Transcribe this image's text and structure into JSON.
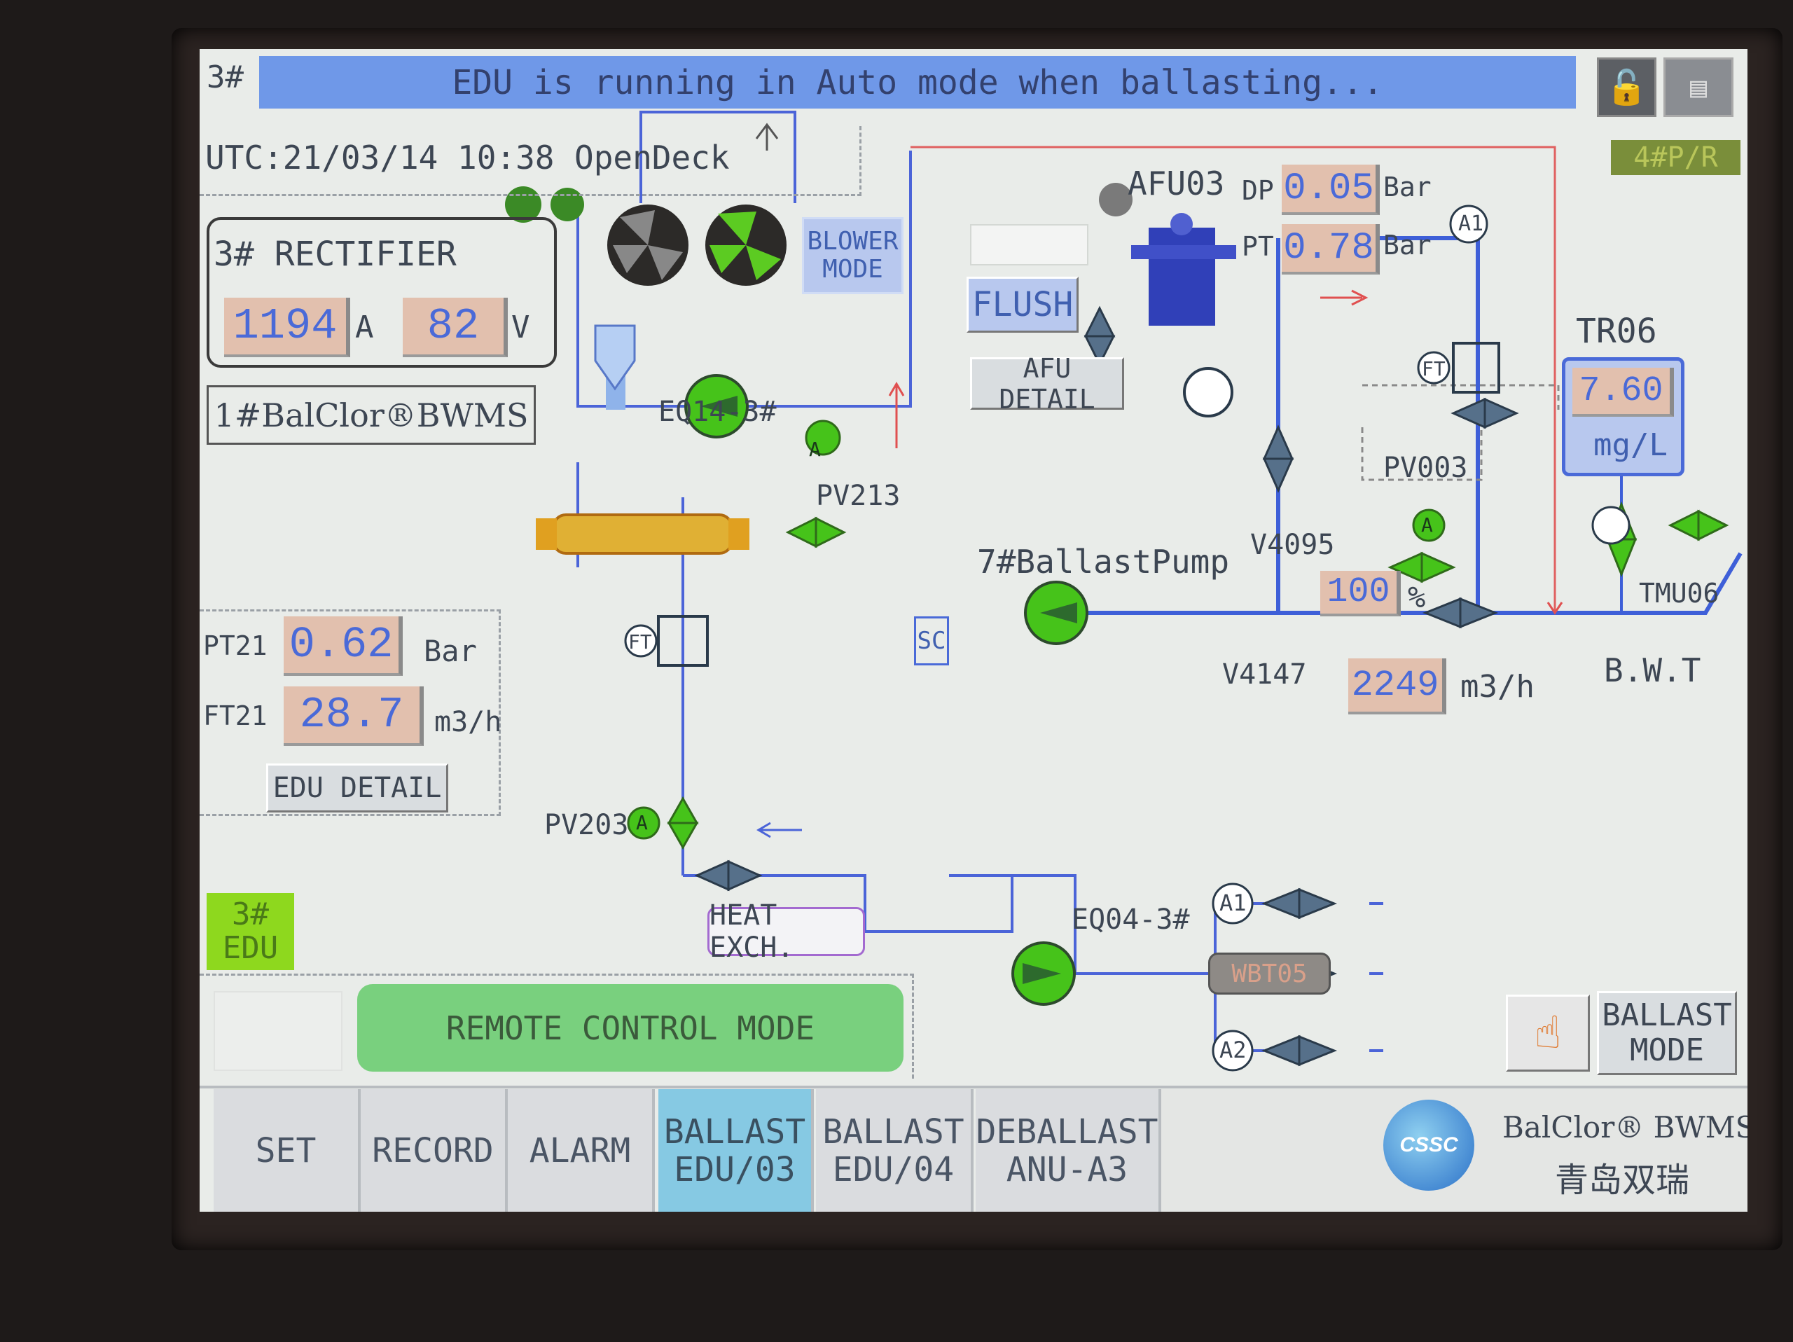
{
  "unit_id": "3#",
  "status_banner": "EDU is running in Auto mode when ballasting...",
  "clock": "UTC:21/03/14 10:38",
  "location": "OpenDeck",
  "rectifier": {
    "title": "3# RECTIFIER",
    "current": "1194",
    "current_unit": "A",
    "voltage": "82",
    "voltage_unit": "V"
  },
  "system_name": "1#BalClor®BWMS",
  "blower_mode": "BLOWER\nMODE",
  "flush_label": "FLUSH",
  "afu_detail": "AFU DETAIL",
  "afu": {
    "name": "AFU03",
    "dp_label": "DP",
    "dp_value": "0.05",
    "dp_unit": "Bar",
    "pt_label": "PT",
    "pt_value": "0.78",
    "pt_unit": "Bar"
  },
  "mode_tag": "4#P/R",
  "tr": {
    "name": "TR06",
    "value": "7.60",
    "unit": "mg/L"
  },
  "tmu": "TMU06",
  "valves": {
    "pv213": "PV213",
    "pv003": "PV003",
    "pv203": "PV203",
    "v4095": "V4095",
    "v4147": "V4147"
  },
  "eq14": "EQ14-3#",
  "eq04": "EQ04-3#",
  "ballast_pump": "7#BallastPump",
  "sc": "SC",
  "valve_open": {
    "value": "100",
    "unit": "%"
  },
  "flow_main": {
    "value": "2249",
    "unit": "m3/h"
  },
  "bwt": "B.W.T",
  "pt21": {
    "label": "PT21",
    "value": "0.62",
    "unit": "Bar"
  },
  "ft21": {
    "label": "FT21",
    "value": "28.7",
    "unit": "m3/h"
  },
  "edu_detail": "EDU DETAIL",
  "heat_exch": "HEAT EXCH.",
  "edu_tag": "3#\nEDU",
  "remote_mode": "REMOTE CONTROL MODE",
  "ballast_mode": "BALLAST\nMODE",
  "wbt": "WBT05",
  "a1": "A1",
  "a2": "A2",
  "a_badge": "A",
  "ft": "FT",
  "tabs": [
    {
      "label": "SET"
    },
    {
      "label": "RECORD"
    },
    {
      "label": "ALARM"
    },
    {
      "label": "BALLAST\nEDU/03"
    },
    {
      "label": "BALLAST\nEDU/04"
    },
    {
      "label": "DEBALLAST\nANU-A3"
    }
  ],
  "brand": {
    "logo": "CSSC",
    "name": "BalClor® BWMS",
    "chinese": "青岛双瑞"
  },
  "colors": {
    "banner": "#6f98e8",
    "pump_green": "#46c31a",
    "value_bg": "#e2c0ae",
    "value_text": "#4a6ad8",
    "pipe_blue": "#3e5fd8",
    "active_tab": "#86c9e3",
    "remote_green": "#79d07e",
    "edu_tag": "#8ed81e"
  }
}
